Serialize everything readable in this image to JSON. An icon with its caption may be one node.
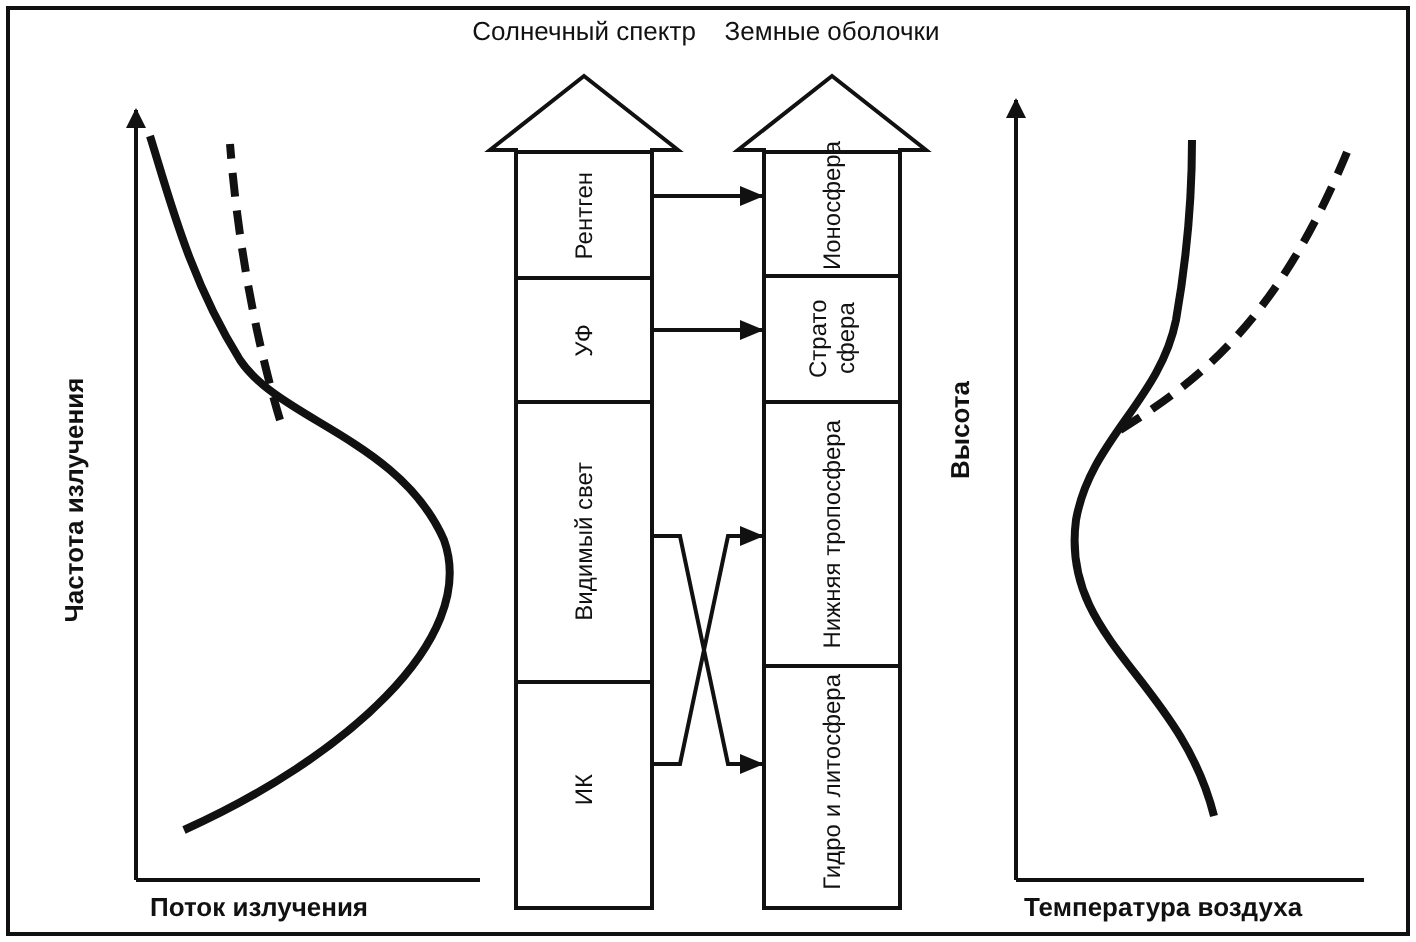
{
  "diagram": {
    "nodes": [
      {
        "text": [
          "Солнечный спектр"
        ]
      },
      {
        "text": [
          "Рентген"
        ],
        "in": 0
      },
      {
        "text": [
          "УФ"
        ],
        "in": 0
      },
      {
        "text": [
          "Видимый свет"
        ],
        "in": 0
      },
      {
        "text": [
          "ИК"
        ],
        "in": 0
      },
      {
        "text": [
          "Земные оболочки"
        ]
      },
      {
        "text": [
          "Ионосфера"
        ],
        "in": 5
      },
      {
        "text": [
          "Страто сфера"
        ],
        "in": 5
      },
      {
        "text": [
          "Нижняя тропосфера"
        ],
        "in": 5
      },
      {
        "text": [
          "Гидро и литосфера"
        ],
        "in": 5
      }
    ],
    "edges": [
      {
        "from": 1,
        "to": 6,
        "arrow": "to"
      },
      {
        "from": 2,
        "to": 7,
        "arrow": "to"
      },
      {
        "from": 3,
        "to": 9,
        "arrow": "to"
      },
      {
        "from": 4,
        "to": 8,
        "arrow": "to"
      }
    ],
    "labels": [
      "Частота излучения",
      "Поток излучения",
      "Высота",
      "Температура воздуха"
    ]
  }
}
